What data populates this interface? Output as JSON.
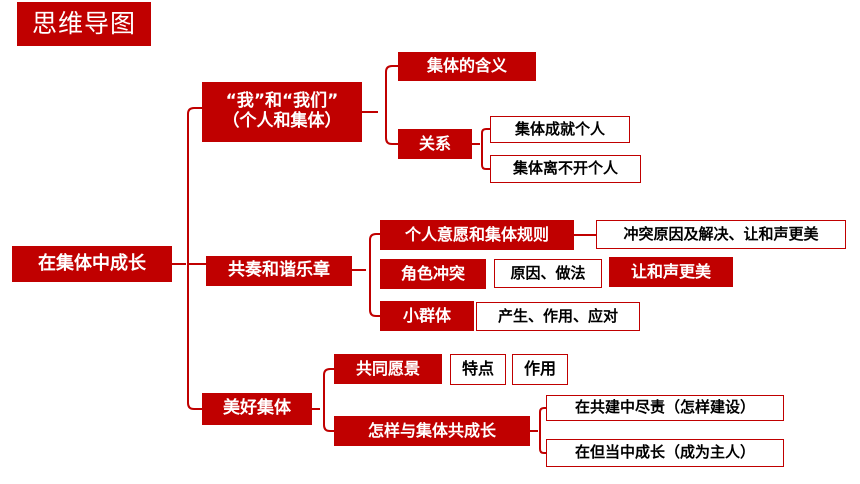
{
  "header": {
    "title": "思维导图"
  },
  "root": "在集体中成长",
  "branch1": {
    "label_line1": "“我”和“我们”",
    "label_line2": "（个人和集体）",
    "meaning": "集体的含义",
    "relation": "关系",
    "relation_items": [
      "集体成就个人",
      "集体离不开个人"
    ]
  },
  "branch2": {
    "label": "共奏和谐乐章",
    "rules": "个人意愿和集体规则",
    "rules_detail": "冲突原因及解决、让和声更美",
    "role_conflict": "角色冲突",
    "role_detail1": "原因、做法",
    "role_detail2": "让和声更美",
    "small_group": "小群体",
    "small_group_detail": "产生、作用、应对"
  },
  "branch3": {
    "label": "美好集体",
    "vision": "共同愿景",
    "vision_feature": "特点",
    "vision_role": "作用",
    "grow": "怎样与集体共成长",
    "grow_items": [
      "在共建中尽责（怎样建设）",
      "在但当中成长（成为主人）"
    ]
  },
  "colors": {
    "accent": "#c00000",
    "background": "#ffffff"
  }
}
